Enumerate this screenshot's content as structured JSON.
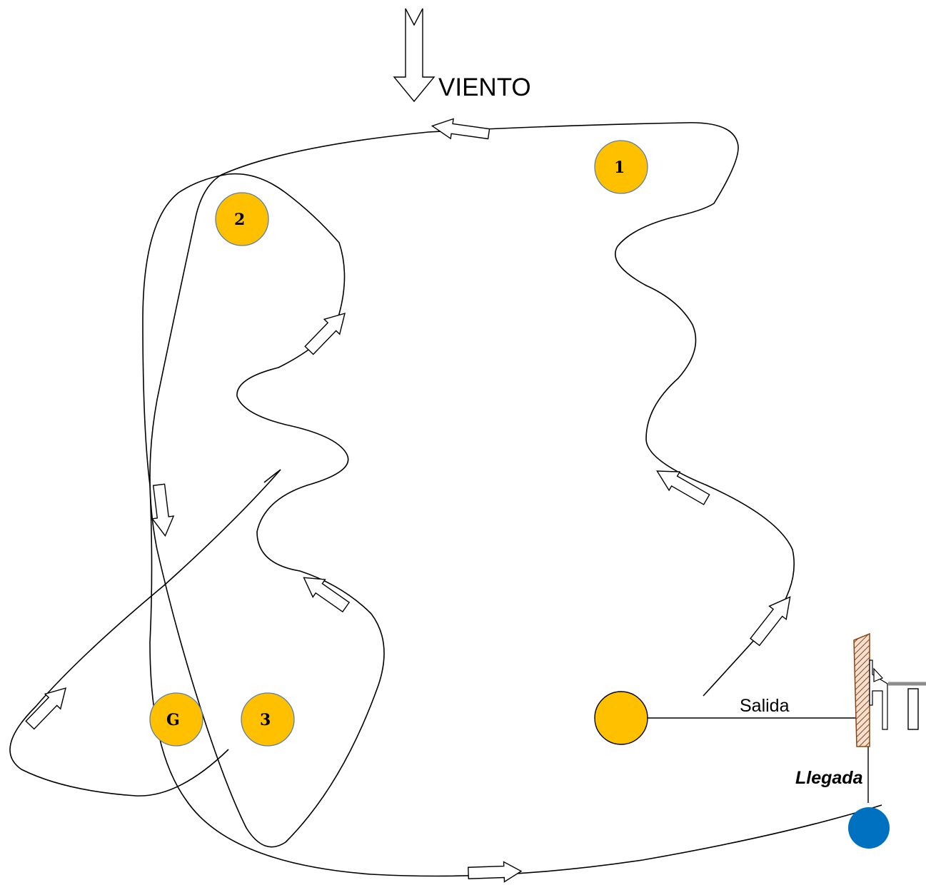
{
  "wind": {
    "label": "VIENTO"
  },
  "marks": {
    "m1": "1",
    "m2": "2",
    "m3": "3",
    "gate": "G"
  },
  "start": {
    "label": "Salida"
  },
  "finish": {
    "label": "Llegada"
  },
  "colors": {
    "buoy": "#FFC000",
    "finish_buoy": "#0070C0",
    "committee_boat": "#8B4513"
  }
}
